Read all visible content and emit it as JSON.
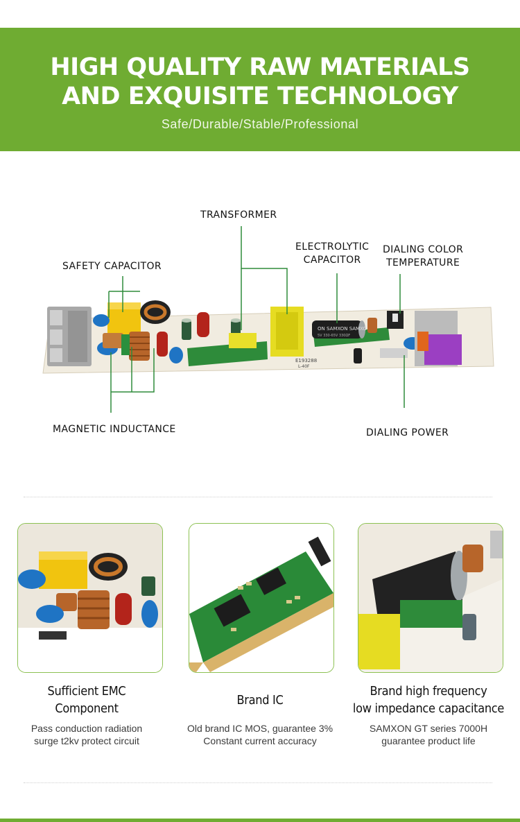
{
  "banner": {
    "title_line1": "HIGH QUALITY RAW MATERIALS",
    "title_line2": "AND EXQUISITE TECHNOLOGY",
    "subtitle": "Safe/Durable/Stable/Professional",
    "color": "#6fac32"
  },
  "diagram": {
    "callouts": {
      "transformer": "TRANSFORMER",
      "electrolytic_line1": "ELECTROLYTIC",
      "electrolytic_line2": "CAPACITOR",
      "dialing_color_line1": "DIALING COLOR",
      "dialing_color_line2": "TEMPERATURE",
      "safety_capacitor": "SAFETY CAPACITOR",
      "magnetic_inductance": "MAGNETIC INDUCTANCE",
      "dialing_power": "DIALING POWER"
    },
    "board_prints": {
      "cap_brand": "ON SAMXON SAMXO",
      "cap_rating": "5V 330-65V 330ΩF",
      "board_code": "E193288",
      "board_model": "L-40F"
    }
  },
  "features": [
    {
      "title_line1": "Sufficient EMC",
      "title_line2": "Component",
      "desc_line1": "Pass conduction radiation",
      "desc_line2": "surge t2kv protect circuit",
      "icon": "emc-filter-photo"
    },
    {
      "title_line1": "Brand IC",
      "title_line2": "",
      "desc_line1": "Old brand IC MOS, guarantee 3%",
      "desc_line2": "Constant current accuracy",
      "icon": "ic-board-photo"
    },
    {
      "title_line1": "Brand high frequency",
      "title_line2": "low impedance capacitance",
      "desc_line1": "SAMXON GT series 7000H",
      "desc_line2": "guarantee product life",
      "icon": "capacitor-photo"
    }
  ],
  "accent": "#8cc152"
}
